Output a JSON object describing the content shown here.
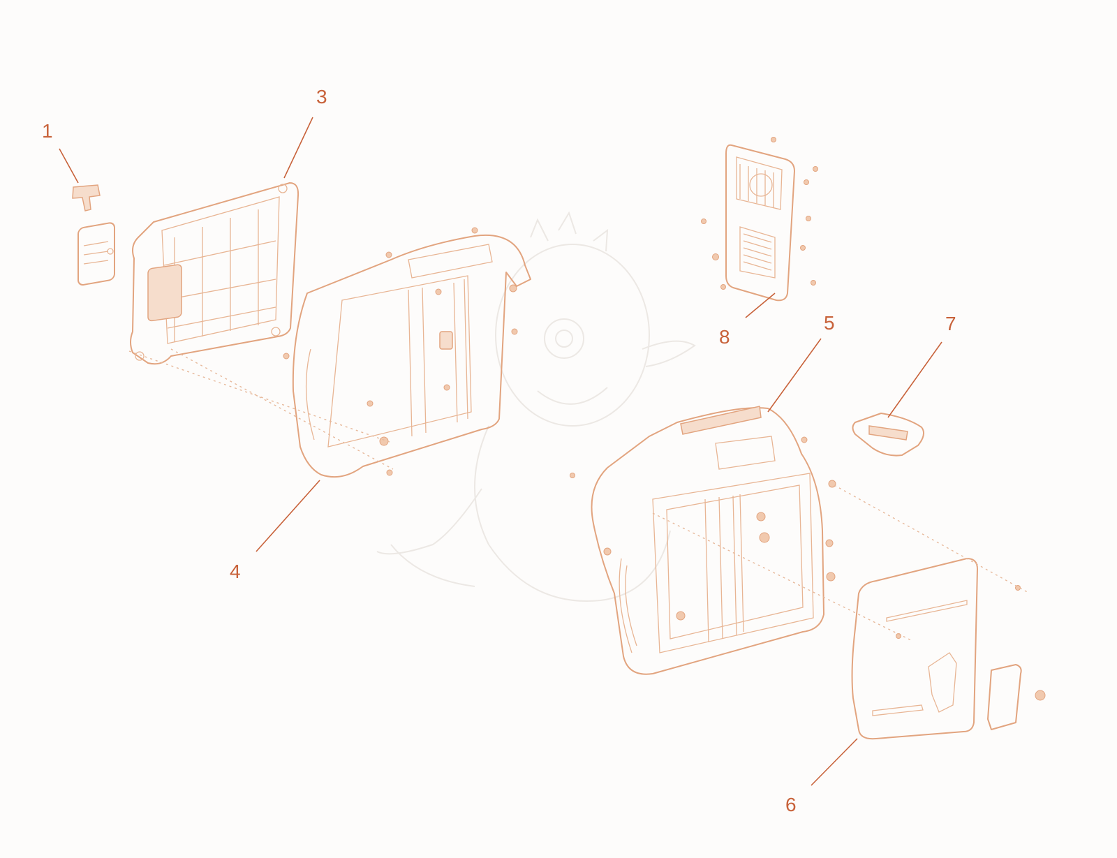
{
  "callouts": [
    {
      "id": "1",
      "label": "1"
    },
    {
      "id": "3",
      "label": "3"
    },
    {
      "id": "4",
      "label": "4"
    },
    {
      "id": "5",
      "label": "5"
    },
    {
      "id": "6",
      "label": "6"
    },
    {
      "id": "7",
      "label": "7"
    },
    {
      "id": "8",
      "label": "8"
    }
  ],
  "colors": {
    "line_art": "#e2a47f",
    "callout_text": "#c8623a",
    "background": "#fdfcfb",
    "watermark": "#ece8e4"
  }
}
